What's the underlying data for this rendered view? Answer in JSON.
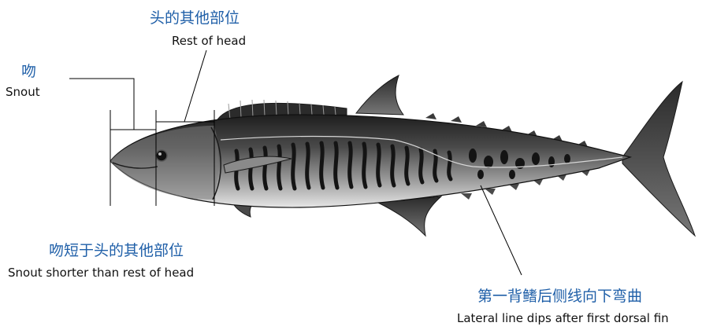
{
  "labels": {
    "rest_of_head": {
      "zh": "头的其他部位",
      "en": "Rest of head"
    },
    "snout": {
      "zh": "吻",
      "en": "Snout"
    },
    "comparison": {
      "zh": "吻短于头的其他部位",
      "en": "Snout shorter than rest of head"
    },
    "lateral_line": {
      "zh": "第一背鳍后侧线向下弯曲",
      "en": "Lateral line dips after first dorsal fin"
    }
  },
  "colors": {
    "chinese_text": "#1f5fa8",
    "english_text": "#111111",
    "fish_body": "#5a5a5a",
    "fish_belly": "#e8e8e8",
    "stripes": "#141414"
  }
}
